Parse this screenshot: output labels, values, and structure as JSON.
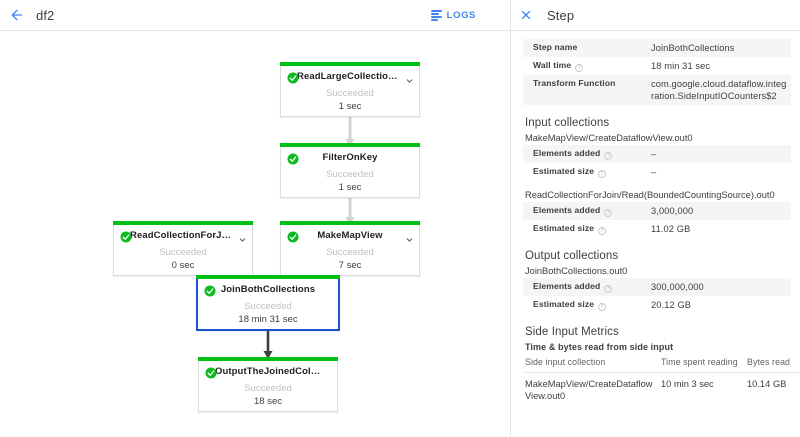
{
  "topbar": {
    "back_icon": "arrow-left-icon",
    "job_name": "df2",
    "logs_label": "LOGS"
  },
  "graph": {
    "status_icon": "check-circle-icon",
    "chevron_icon": "chevron-down-icon",
    "nodes": [
      {
        "id": "read-large-collection",
        "title": "ReadLargeCollectionFr…",
        "status": "Succeeded",
        "time": "1 sec",
        "has_chevron": true,
        "selected": false
      },
      {
        "id": "filter-on-key",
        "title": "FilterOnKey",
        "status": "Succeeded",
        "time": "1 sec",
        "has_chevron": false,
        "selected": false
      },
      {
        "id": "read-collection-for-join",
        "title": "ReadCollectionForJoin",
        "status": "Succeeded",
        "time": "0 sec",
        "has_chevron": true,
        "selected": false
      },
      {
        "id": "make-map-view",
        "title": "MakeMapView",
        "status": "Succeeded",
        "time": "7 sec",
        "has_chevron": true,
        "selected": false
      },
      {
        "id": "join-both-collections",
        "title": "JoinBothCollections",
        "status": "Succeeded",
        "time": "18 min 31 sec",
        "has_chevron": false,
        "selected": true
      },
      {
        "id": "output-the-joined-collection",
        "title": "OutputTheJoinedCollec…",
        "status": "Succeeded",
        "time": "18 sec",
        "has_chevron": false,
        "selected": false
      }
    ]
  },
  "panel": {
    "close_icon": "close-icon",
    "title": "Step",
    "summary": [
      {
        "label": "Step name",
        "value": "JoinBothCollections",
        "help": false,
        "shaded": true
      },
      {
        "label": "Wall time",
        "value": "18 min 31 sec",
        "help": true,
        "shaded": false
      },
      {
        "label": "Transform Function",
        "value": "com.google.cloud.dataflow.integration.SideInputIOCounters$2",
        "help": false,
        "shaded": true
      }
    ],
    "input_collections": {
      "title": "Input collections",
      "groups": [
        {
          "name": "MakeMapView/CreateDataflowView.out0",
          "rows": [
            {
              "label": "Elements added",
              "value": "–",
              "help": true,
              "shaded": true
            },
            {
              "label": "Estimated size",
              "value": "–",
              "help": true,
              "shaded": false
            }
          ]
        },
        {
          "name": "ReadCollectionForJoin/Read(BoundedCountingSource).out0",
          "rows": [
            {
              "label": "Elements added",
              "value": "3,000,000",
              "help": true,
              "shaded": true
            },
            {
              "label": "Estimated size",
              "value": "11.02 GB",
              "help": true,
              "shaded": false
            }
          ]
        }
      ]
    },
    "output_collections": {
      "title": "Output collections",
      "groups": [
        {
          "name": "JoinBothCollections.out0",
          "rows": [
            {
              "label": "Elements added",
              "value": "300,000,000",
              "help": true,
              "shaded": true
            },
            {
              "label": "Estimated size",
              "value": "20.12 GB",
              "help": true,
              "shaded": false
            }
          ]
        }
      ]
    },
    "side_input_metrics": {
      "title": "Side Input Metrics",
      "subtitle": "Time & bytes read from side input",
      "columns": [
        "Side input collection",
        "Time spent reading",
        "Bytes read"
      ],
      "rows": [
        [
          "MakeMapView/CreateDataflowView.out0",
          "10 min 3 sec",
          "10.14 GB"
        ]
      ]
    }
  },
  "colors": {
    "accent": "#4285f4",
    "success": "#00c013",
    "selected_border": "#1a52d0",
    "shaded_row": "#f5f5f5"
  }
}
